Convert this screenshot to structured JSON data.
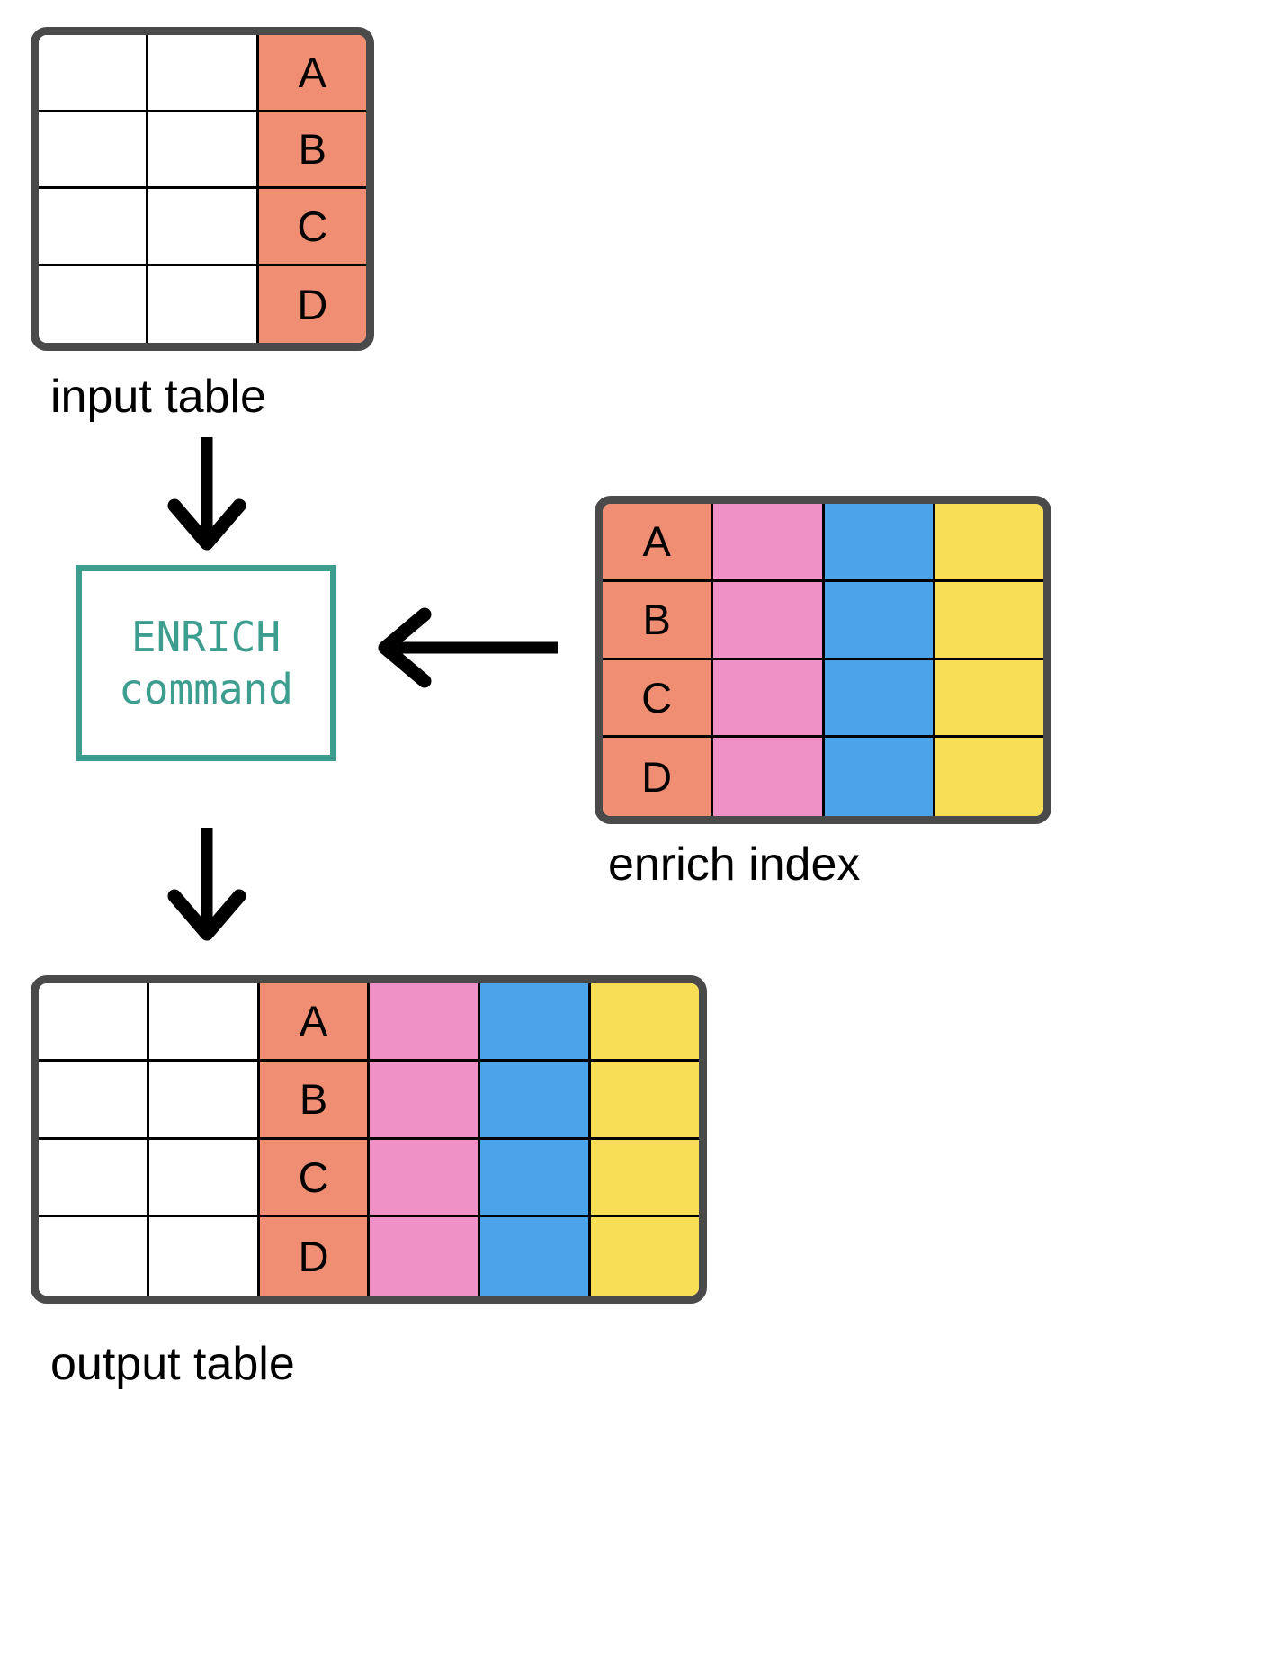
{
  "diagram": {
    "title_semantics": "ENRICH command enriches an input table using an enrich index to produce an output table",
    "colors": {
      "border": "#4a4a4a",
      "grid": "#000000",
      "salmon": "#ef8e73",
      "pink": "#ef91c7",
      "blue": "#4da3ea",
      "yellow": "#f8dd56",
      "command_accent": "#3d9e90",
      "background": "#ffffff"
    }
  },
  "input_table": {
    "caption": "input table",
    "columns": 3,
    "rows": [
      {
        "cells": [
          {
            "text": "",
            "color": "white"
          },
          {
            "text": "",
            "color": "white"
          },
          {
            "text": "A",
            "color": "salmon"
          }
        ]
      },
      {
        "cells": [
          {
            "text": "",
            "color": "white"
          },
          {
            "text": "",
            "color": "white"
          },
          {
            "text": "B",
            "color": "salmon"
          }
        ]
      },
      {
        "cells": [
          {
            "text": "",
            "color": "white"
          },
          {
            "text": "",
            "color": "white"
          },
          {
            "text": "C",
            "color": "salmon"
          }
        ]
      },
      {
        "cells": [
          {
            "text": "",
            "color": "white"
          },
          {
            "text": "",
            "color": "white"
          },
          {
            "text": "D",
            "color": "salmon"
          }
        ]
      }
    ]
  },
  "enrich_command": {
    "line1": "ENRICH",
    "line2": "command"
  },
  "enrich_index": {
    "caption": "enrich index",
    "columns": 4,
    "rows": [
      {
        "cells": [
          {
            "text": "A",
            "color": "salmon"
          },
          {
            "text": "",
            "color": "pink"
          },
          {
            "text": "",
            "color": "blue"
          },
          {
            "text": "",
            "color": "yellow"
          }
        ]
      },
      {
        "cells": [
          {
            "text": "B",
            "color": "salmon"
          },
          {
            "text": "",
            "color": "pink"
          },
          {
            "text": "",
            "color": "blue"
          },
          {
            "text": "",
            "color": "yellow"
          }
        ]
      },
      {
        "cells": [
          {
            "text": "C",
            "color": "salmon"
          },
          {
            "text": "",
            "color": "pink"
          },
          {
            "text": "",
            "color": "blue"
          },
          {
            "text": "",
            "color": "yellow"
          }
        ]
      },
      {
        "cells": [
          {
            "text": "D",
            "color": "salmon"
          },
          {
            "text": "",
            "color": "pink"
          },
          {
            "text": "",
            "color": "blue"
          },
          {
            "text": "",
            "color": "yellow"
          }
        ]
      }
    ]
  },
  "output_table": {
    "caption": "output table",
    "columns": 6,
    "rows": [
      {
        "cells": [
          {
            "text": "",
            "color": "white"
          },
          {
            "text": "",
            "color": "white"
          },
          {
            "text": "A",
            "color": "salmon"
          },
          {
            "text": "",
            "color": "pink"
          },
          {
            "text": "",
            "color": "blue"
          },
          {
            "text": "",
            "color": "yellow"
          }
        ]
      },
      {
        "cells": [
          {
            "text": "",
            "color": "white"
          },
          {
            "text": "",
            "color": "white"
          },
          {
            "text": "B",
            "color": "salmon"
          },
          {
            "text": "",
            "color": "pink"
          },
          {
            "text": "",
            "color": "blue"
          },
          {
            "text": "",
            "color": "yellow"
          }
        ]
      },
      {
        "cells": [
          {
            "text": "",
            "color": "white"
          },
          {
            "text": "",
            "color": "white"
          },
          {
            "text": "C",
            "color": "salmon"
          },
          {
            "text": "",
            "color": "pink"
          },
          {
            "text": "",
            "color": "blue"
          },
          {
            "text": "",
            "color": "yellow"
          }
        ]
      },
      {
        "cells": [
          {
            "text": "",
            "color": "white"
          },
          {
            "text": "",
            "color": "white"
          },
          {
            "text": "D",
            "color": "salmon"
          },
          {
            "text": "",
            "color": "pink"
          },
          {
            "text": "",
            "color": "blue"
          },
          {
            "text": "",
            "color": "yellow"
          }
        ]
      }
    ]
  },
  "arrows": [
    {
      "name": "arrow-input-to-command",
      "direction": "down"
    },
    {
      "name": "arrow-command-to-output",
      "direction": "down"
    },
    {
      "name": "arrow-index-to-command",
      "direction": "left"
    }
  ]
}
